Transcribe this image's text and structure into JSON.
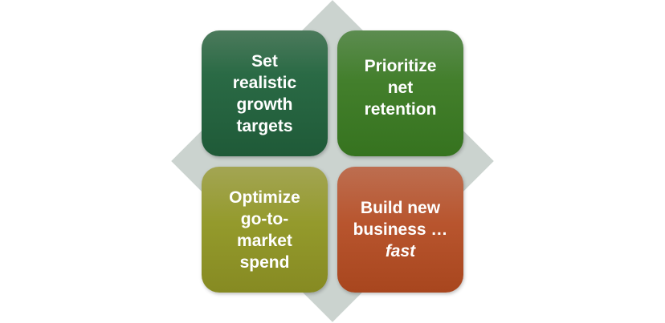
{
  "quadrants": [
    {
      "lines": [
        "Set",
        "realistic",
        "growth",
        "targets"
      ],
      "color": "#2a6a45"
    },
    {
      "lines": [
        "Prioritize",
        "net",
        "retention"
      ],
      "color": "#437f2c"
    },
    {
      "lines": [
        "Optimize",
        "go-to-",
        "market",
        "spend"
      ],
      "color": "#949a2c"
    },
    {
      "lines": [
        "Build new",
        "business …"
      ],
      "italic": "fast",
      "color": "#b8552e"
    }
  ]
}
